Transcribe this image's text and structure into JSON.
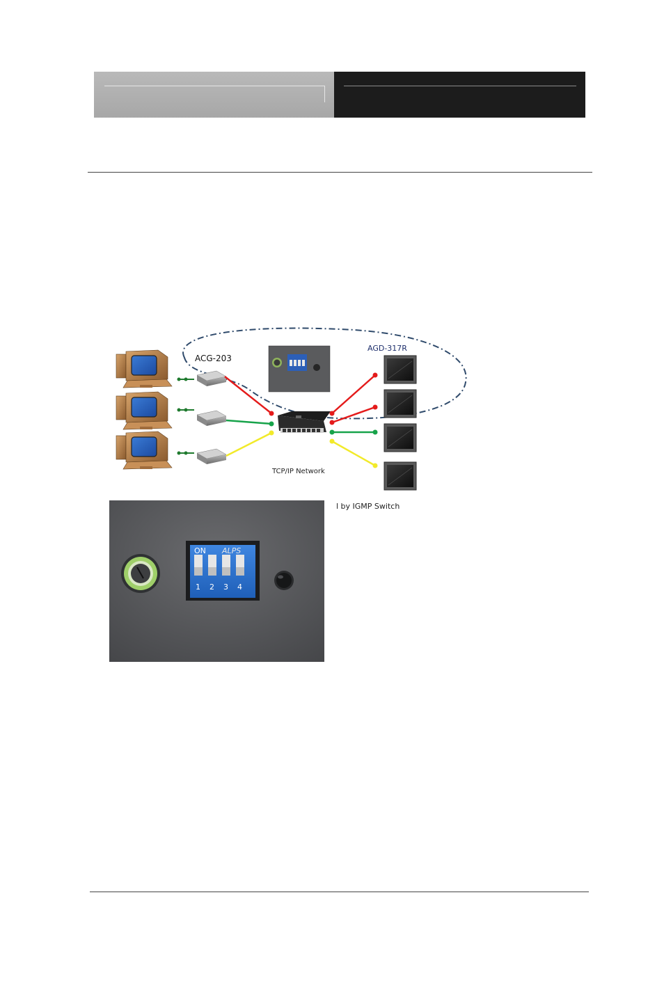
{
  "diagram": {
    "label_encoder": "ACG-203",
    "label_display": "AGD-317R",
    "label_network": "TCP/IP Network"
  },
  "caption": {
    "text": "l  by IGMP Switch"
  },
  "photo": {
    "dip_on": "ON",
    "dip_brand": "ALPS",
    "dip_positions": [
      "1",
      "2",
      "3",
      "4"
    ]
  },
  "colors": {
    "red": "#e41b1b",
    "green": "#17a34a",
    "yellow": "#f2ea2a",
    "dashed": "#2f4a6b"
  }
}
